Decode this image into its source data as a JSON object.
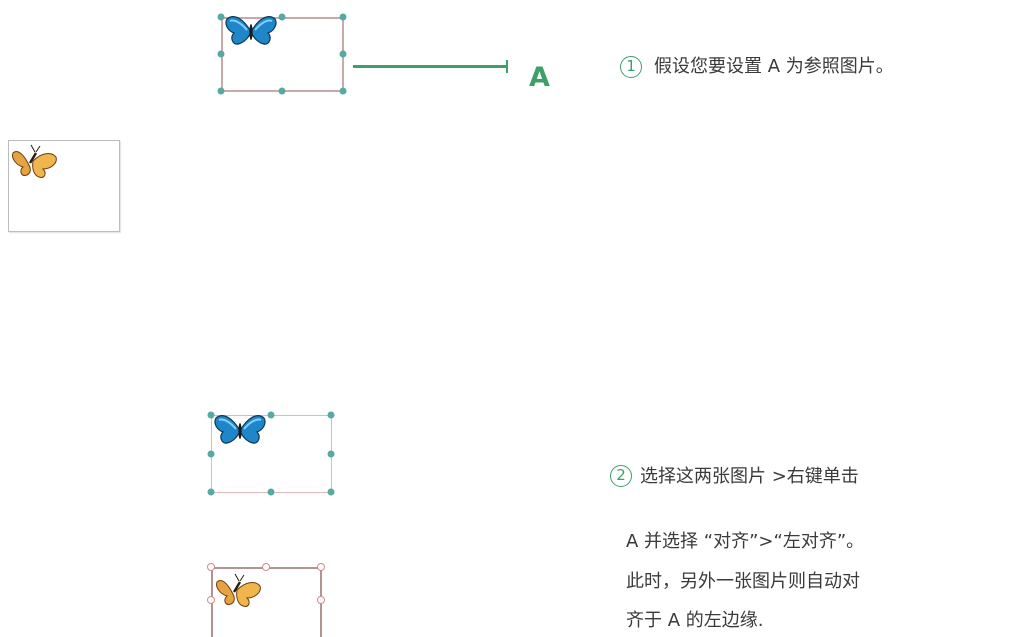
{
  "marker": {
    "label": "A"
  },
  "steps": [
    {
      "number": "1",
      "text": "假设您要设置 A 为参照图片。"
    },
    {
      "number": "2",
      "text": "选择这两张图片 >右键单击",
      "continuation": [
        "A 并选择 “对齐”>“左对齐”。",
        "此时，另外一张图片则自动对",
        "齐于 A 的左边缘."
      ]
    }
  ],
  "icons": {
    "blue": "blue-butterfly-icon",
    "orange": "orange-butterfly-icon"
  },
  "colors": {
    "accent": "#3f9f68",
    "handle": "#57a9a3",
    "frame": "#c9a9a9",
    "blue_wing": "#1f86c9",
    "orange_wing": "#e7a33f"
  }
}
